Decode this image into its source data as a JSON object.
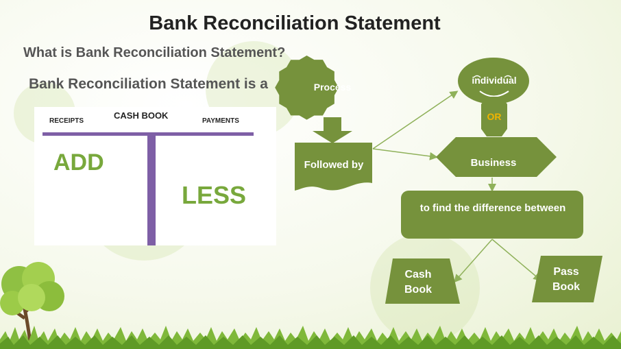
{
  "slide": {
    "title": "Bank Reconciliation Statement",
    "question": "What is Bank Reconciliation Statement?",
    "definition_intro": "Bank Reconciliation Statement is a"
  },
  "cash_book": {
    "title": "CASH BOOK",
    "left_header": "RECEIPTS",
    "right_header": "PAYMENTS",
    "left_label": "ADD",
    "right_label": "LESS"
  },
  "flow": {
    "process": "Process",
    "followed_by": "Followed by",
    "individual": "individual",
    "or": "OR",
    "business": "Business",
    "difference": "to find the difference between",
    "cash_book_line1": "Cash",
    "cash_book_line2": "Book",
    "pass_book_line1": "Pass",
    "pass_book_line2": "Book"
  },
  "colors": {
    "shape_green": "#76923c",
    "arrow_green": "#8fb15a",
    "or_text": "#f0b400",
    "t_bar": "#7e5fa6",
    "add_less_text": "#78a83c"
  }
}
